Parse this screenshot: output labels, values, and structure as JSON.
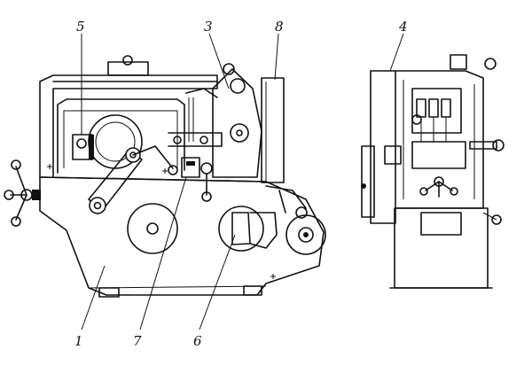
{
  "callouts": [
    {
      "id": "1",
      "label": "1"
    },
    {
      "id": "3",
      "label": "3"
    },
    {
      "id": "4",
      "label": "4"
    },
    {
      "id": "5",
      "label": "5"
    },
    {
      "id": "6",
      "label": "6"
    },
    {
      "id": "7",
      "label": "7"
    },
    {
      "id": "8",
      "label": "8"
    }
  ],
  "colors": {
    "ink": "#111111",
    "paper": "#ffffff"
  }
}
